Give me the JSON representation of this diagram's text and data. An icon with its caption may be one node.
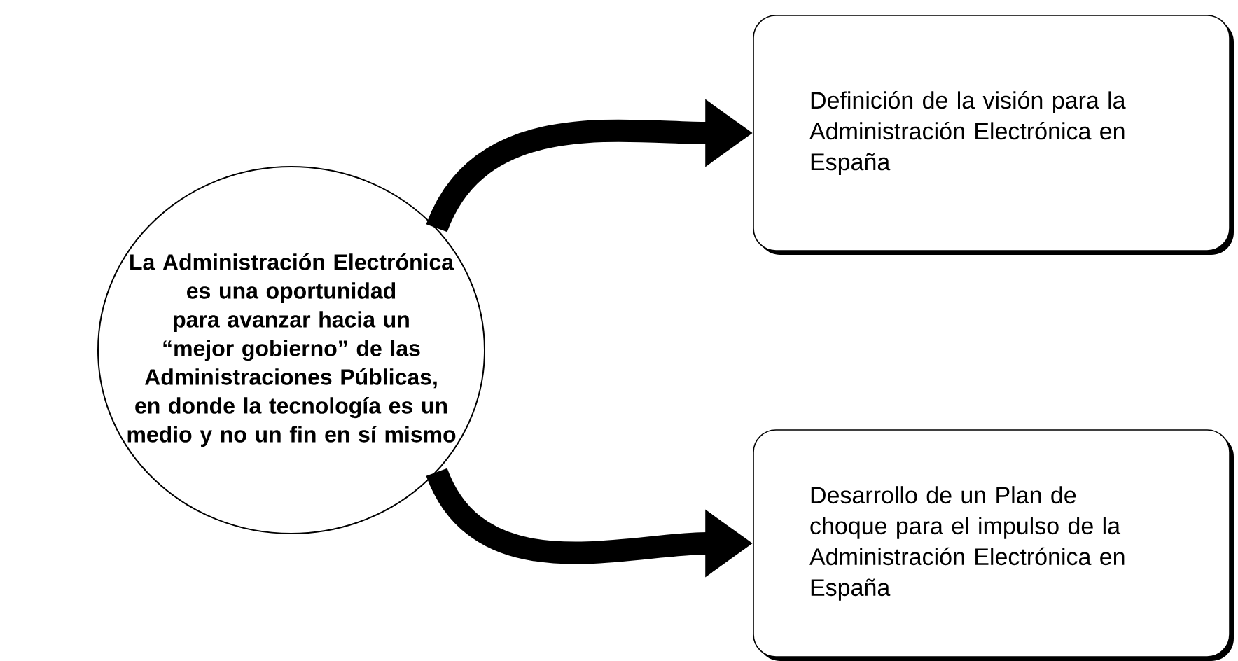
{
  "diagram": {
    "nodes": [
      {
        "text": [
          "La Administración Electrónica es una oportunidad para avanzar hacia un “mejor gobierno” de las Administraciones Públicas, en donde la tecnología es un medio y no un fin en sí mismo"
        ]
      },
      {
        "text": [
          "Definición de la visión para la Administración Electrónica en España"
        ]
      },
      {
        "text": [
          "Desarrollo de un Plan de choque para el impulso de la Administración Electrónica en España"
        ]
      }
    ],
    "edges": [
      {
        "from": 0,
        "to": 1,
        "arrow": "to"
      },
      {
        "from": 0,
        "to": 2,
        "arrow": "to"
      }
    ]
  }
}
